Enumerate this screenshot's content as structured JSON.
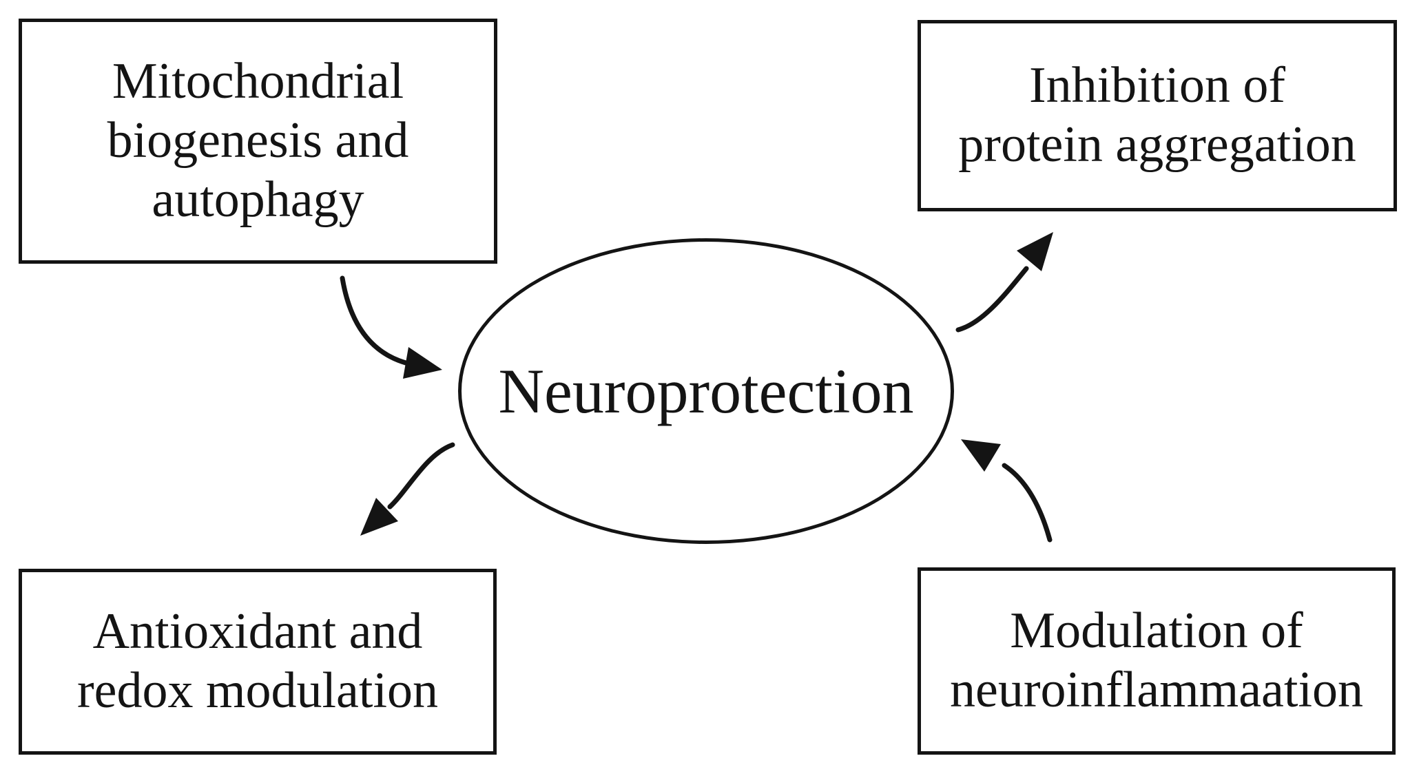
{
  "figure": {
    "title_hint": "Neuroprotection mechanisms diagram",
    "colors": {
      "ink": "#141414",
      "background": "#ffffff"
    },
    "center": {
      "label": "Neuroprotection"
    },
    "boxes": {
      "top_left": {
        "lines": [
          "Mitochondrial",
          "biogenesis and",
          "autophagy"
        ]
      },
      "top_right": {
        "lines": [
          "Inhibition of",
          "protein aggregation"
        ]
      },
      "bottom_left": {
        "lines": [
          "Antioxidant and",
          "redox modulation"
        ]
      },
      "bottom_right": {
        "lines": [
          "Modulation of",
          "neuroinflammaation"
        ]
      }
    },
    "arrows": [
      {
        "name": "top-left-box-to-center",
        "from": "Mitochondrial biogenesis and autophagy",
        "to": "Neuroprotection"
      },
      {
        "name": "center-to-bottom-left-box",
        "from": "Neuroprotection",
        "to": "Antioxidant and redox modulation"
      },
      {
        "name": "center-to-top-right-box",
        "from": "Neuroprotection",
        "to": "Inhibition of protein aggregation"
      },
      {
        "name": "bottom-right-box-to-center",
        "from": "Modulation of neuroinflammaation",
        "to": "Neuroprotection"
      }
    ]
  }
}
